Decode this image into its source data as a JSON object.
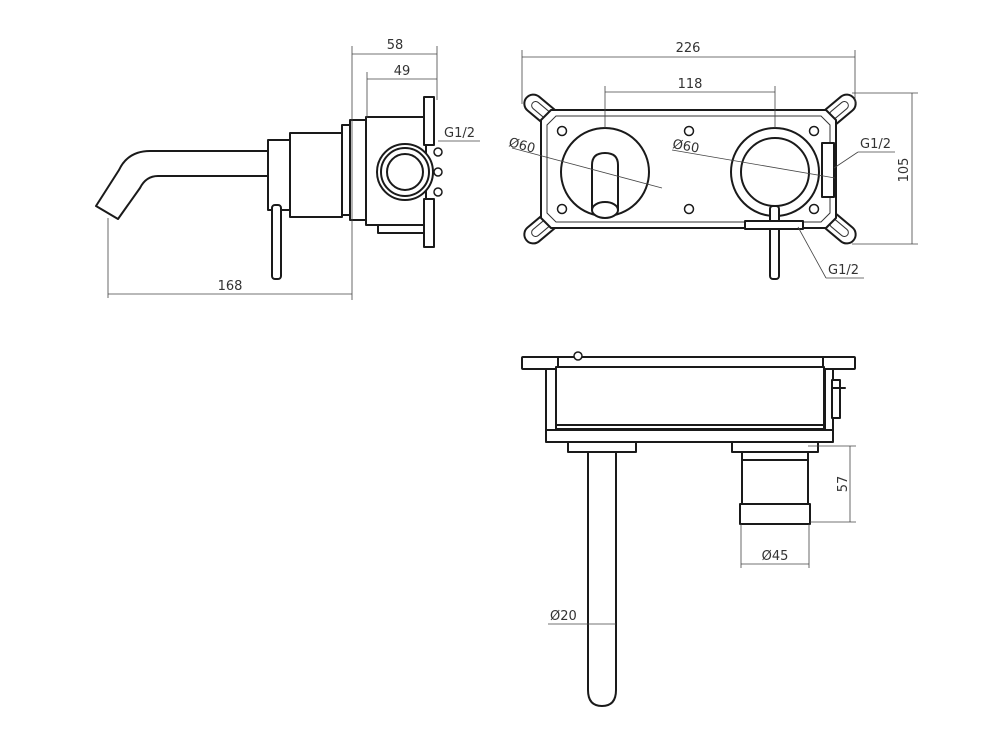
{
  "dimensions": {
    "top_width": "58",
    "inner_width": "49",
    "spout_length": "168",
    "overall_width": "226",
    "center_distance": "118",
    "height": "105",
    "spout_rosette_dia": "Ø60",
    "handle_rosette_dia": "Ø60",
    "thread_side": "G1/2",
    "thread_front_right": "G1/2",
    "thread_front_bottom": "G1/2",
    "handle_height": "57",
    "handle_dia": "Ø45",
    "spout_dia": "Ø20"
  }
}
